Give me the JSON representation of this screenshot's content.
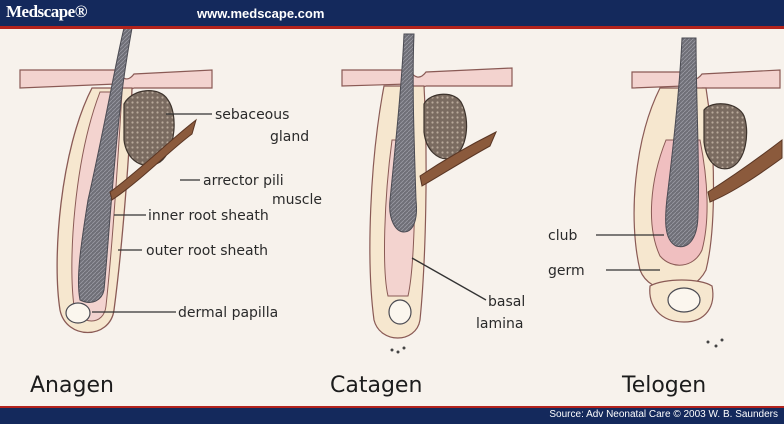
{
  "header": {
    "logo": "Medscape®",
    "url": "www.medscape.com"
  },
  "footer": {
    "source": "Source: Adv Neonatal Care © 2003 W. B. Saunders"
  },
  "labels": {
    "sebaceous_1": "sebaceous",
    "sebaceous_2": "gland",
    "arrector_1": "arrector pili",
    "arrector_2": "muscle",
    "inner_root": "inner root sheath",
    "outer_root": "outer root sheath",
    "dermal_papilla": "dermal papilla",
    "basal_1": "basal",
    "basal_2": "lamina",
    "club": "club",
    "germ": "germ"
  },
  "phases": {
    "anagen": "Anagen",
    "catagen": "Catagen",
    "telogen": "Telogen"
  },
  "colors": {
    "header_bg": "#14295c",
    "accent_red": "#b3231c",
    "skin": "#f3d3cf",
    "sheath": "#f6e7cf",
    "hair": "#6f6f77"
  }
}
